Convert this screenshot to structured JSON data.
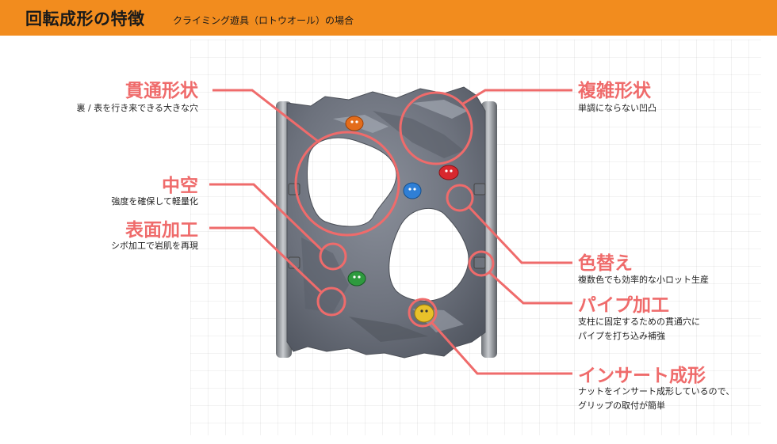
{
  "header": {
    "title": "回転成形の特徴",
    "subtitle": "クライミング遊具（ロトウオール）の場合",
    "bg_color": "#f28c1e"
  },
  "accent_color": "#ef6b6b",
  "features": {
    "kantsu": {
      "title": "貫通形状",
      "desc": "裏 / 表を行き来できる大きな穴"
    },
    "chuku": {
      "title": "中空",
      "desc": "強度を確保して軽量化"
    },
    "hyomen": {
      "title": "表面加工",
      "desc": "シボ加工で岩肌を再現"
    },
    "fukuzatsu": {
      "title": "複雑形状",
      "desc": "単調にならない凹凸"
    },
    "irokae": {
      "title": "色替え",
      "desc": "複数色でも効率的な小ロット生産"
    },
    "pipe": {
      "title": "パイプ加工",
      "desc1": "支柱に固定するための貫通穴に",
      "desc2": "パイプを打ち込み補強"
    },
    "insert": {
      "title": "インサート成形",
      "desc1": "ナットをインサート成形しているので、",
      "desc2": "グリップの取付が簡単"
    }
  }
}
